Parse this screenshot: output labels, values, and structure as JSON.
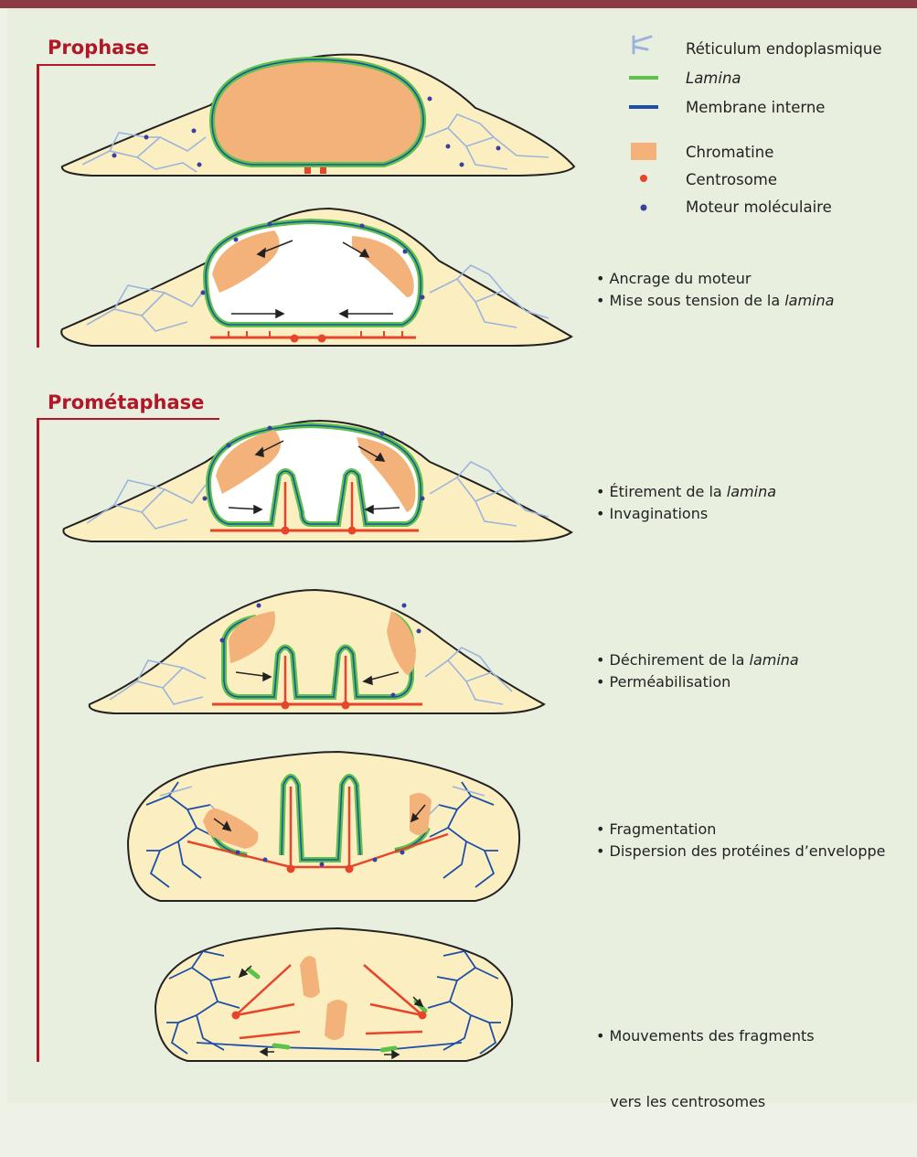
{
  "phases": {
    "prophase": "Prophase",
    "prometaphase": "Prométaphase"
  },
  "legend": {
    "er": "Réticulum endoplasmique",
    "lamina": "Lamina",
    "inner_membrane": "Membrane interne",
    "chromatin": "Chromatine",
    "centrosome": "Centrosome",
    "motor": "Moteur moléculaire"
  },
  "notes": {
    "stage2": {
      "line1": "• Ancrage du moteur",
      "line2_prefix": "• Mise sous tension de la ",
      "line2_em": "lamina"
    },
    "stage3": {
      "line1_prefix": "• Étirement de la ",
      "line1_em": "lamina",
      "line2": "• Invaginations"
    },
    "stage4": {
      "line1_prefix": "• Déchirement de la ",
      "line1_em": "lamina",
      "line2": "•  Perméabilisation"
    },
    "stage5": {
      "line1": "• Fragmentation",
      "line2": "• Dispersion des protéines d’enveloppe"
    },
    "stage6": {
      "line1": "• Mouvements des fragments",
      "line2": "   vers les centrosomes"
    }
  },
  "colors": {
    "accent": "#b0182a",
    "cytoplasm": "#fbefc2",
    "chromatin": "#f2b27a",
    "lamina": "#5cc24a",
    "inner_membrane": "#1d4fa8",
    "er": "#9cb4dc",
    "centrosome": "#e6452a",
    "motor": "#3a3fa0"
  }
}
